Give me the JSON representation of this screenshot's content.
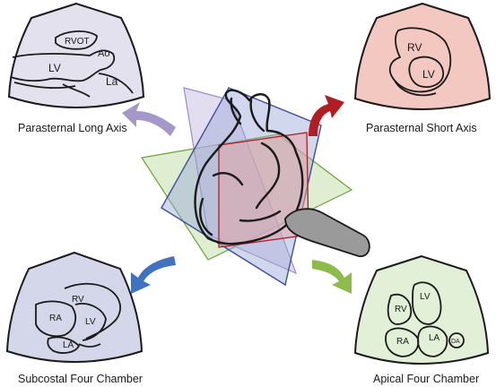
{
  "views": {
    "plax": {
      "caption": "Parasternal Long Axis",
      "fill": "#e4e1ef",
      "labels": {
        "rvot": "RVOT",
        "ao": "Ao",
        "lv": "LV",
        "la": "La"
      }
    },
    "psax": {
      "caption": "Parasternal Short Axis",
      "fill": "#f2c8c0",
      "labels": {
        "rv": "RV",
        "lv": "LV"
      }
    },
    "subcostal": {
      "caption": "Subcostal Four Chamber",
      "fill": "#d4d6ea",
      "labels": {
        "rv": "RV",
        "ra": "RA",
        "lv": "LV",
        "la": "LA"
      }
    },
    "apical": {
      "caption": "Apical Four Chamber",
      "fill": "#e3f0d8",
      "labels": {
        "lv": "LV",
        "rv": "RV",
        "ra": "RA",
        "la": "LA",
        "da": "DA"
      }
    }
  },
  "arrows": {
    "plax": "#a597c8",
    "psax": "#b01e23",
    "subcostal": "#3f73c0",
    "apical": "#8cbd4a"
  },
  "planes": {
    "plax": "#c7bde0",
    "psax": "#e8a3a6",
    "subcostal": "#9aa6d6",
    "apical": "#b9d89a"
  },
  "probe_color": "#9a9a9a"
}
